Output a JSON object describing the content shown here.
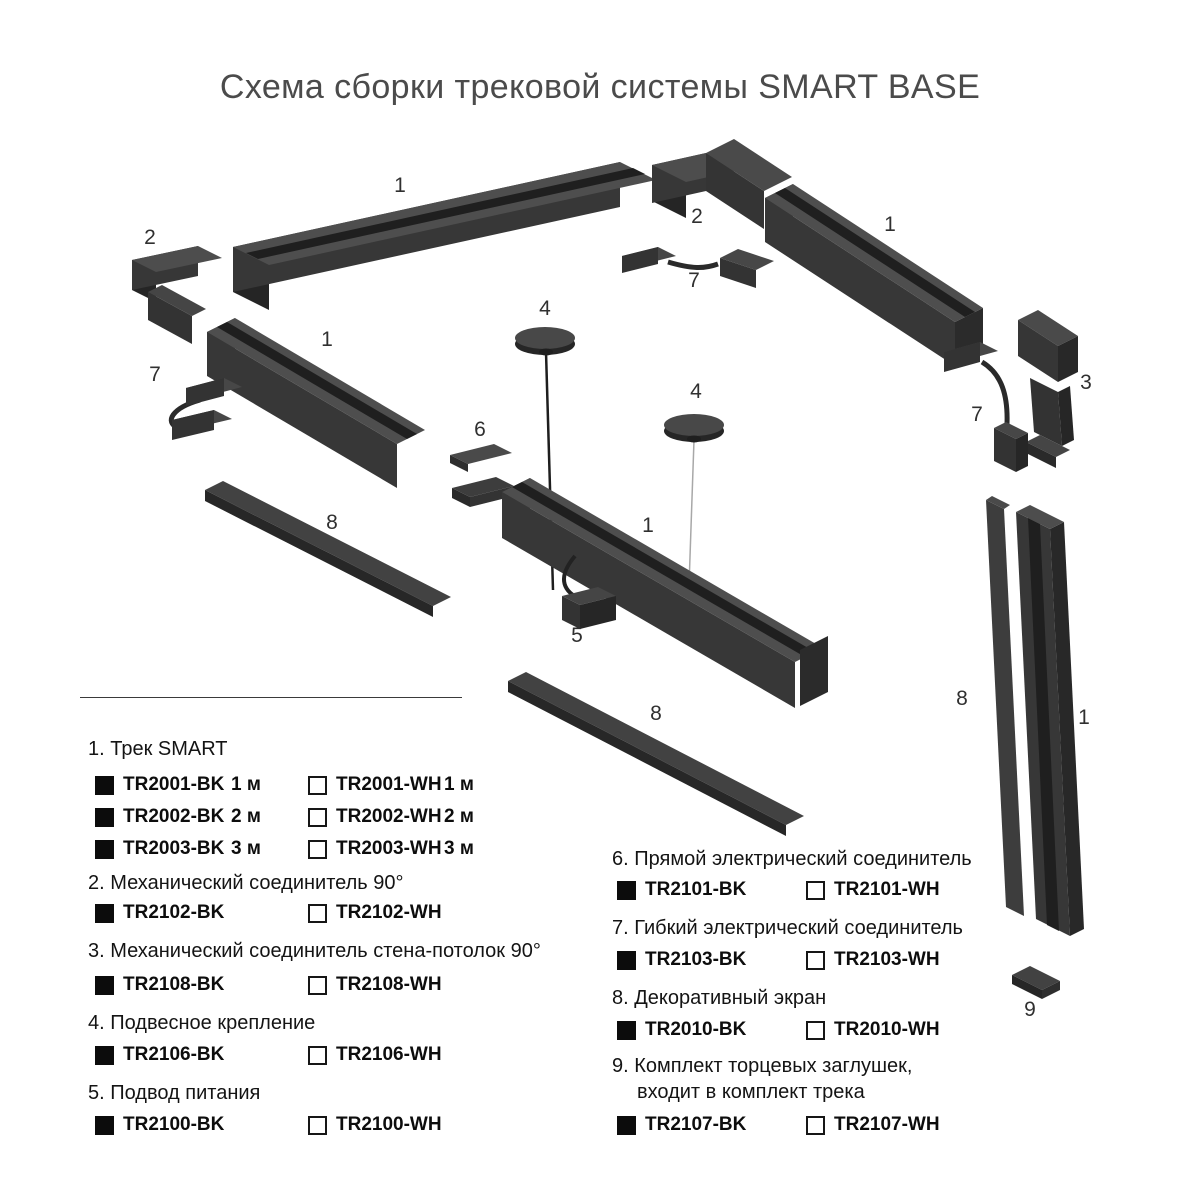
{
  "title": "Схема сборки трековой системы SMART BASE",
  "diagram": {
    "part_numbers": [
      "1",
      "2",
      "2",
      "7",
      "1",
      "1",
      "7",
      "4",
      "4",
      "6",
      "3",
      "7",
      "8",
      "1",
      "5",
      "8",
      "8",
      "1",
      "9"
    ]
  },
  "legend": {
    "sections": [
      {
        "heading": "1. Трек SMART",
        "rows": [
          {
            "bk_code": "TR2001-BK",
            "bk_size": "1 м",
            "wh_code": "TR2001-WH",
            "wh_size": "1 м"
          },
          {
            "bk_code": "TR2002-BK",
            "bk_size": "2 м",
            "wh_code": "TR2002-WH",
            "wh_size": "2 м"
          },
          {
            "bk_code": "TR2003-BK",
            "bk_size": "3 м",
            "wh_code": "TR2003-WH",
            "wh_size": "3 м"
          }
        ]
      },
      {
        "heading": "2. Механический соединитель 90°",
        "rows": [
          {
            "bk_code": "TR2102-BK",
            "wh_code": "TR2102-WH"
          }
        ]
      },
      {
        "heading": "3. Механический соединитель стена-потолок 90°",
        "rows": [
          {
            "bk_code": "TR2108-BK",
            "wh_code": "TR2108-WH"
          }
        ]
      },
      {
        "heading": "4. Подвесное крепление",
        "rows": [
          {
            "bk_code": "TR2106-BK",
            "wh_code": "TR2106-WH"
          }
        ]
      },
      {
        "heading": "5. Подвод питания",
        "rows": [
          {
            "bk_code": "TR2100-BK",
            "wh_code": "TR2100-WH"
          }
        ]
      },
      {
        "heading": "6. Прямой электрический соединитель",
        "rows": [
          {
            "bk_code": "TR2101-BK",
            "wh_code": "TR2101-WH"
          }
        ]
      },
      {
        "heading": "7. Гибкий электрический соединитель",
        "rows": [
          {
            "bk_code": "TR2103-BK",
            "wh_code": "TR2103-WH"
          }
        ]
      },
      {
        "heading": "8. Декоративный экран",
        "rows": [
          {
            "bk_code": "TR2010-BK",
            "wh_code": "TR2010-WH"
          }
        ]
      },
      {
        "heading": "9. Комплект торцевых заглушек,",
        "heading2": "входит в комплект трека",
        "rows": [
          {
            "bk_code": "TR2107-BK",
            "wh_code": "TR2107-WH"
          }
        ]
      }
    ]
  }
}
